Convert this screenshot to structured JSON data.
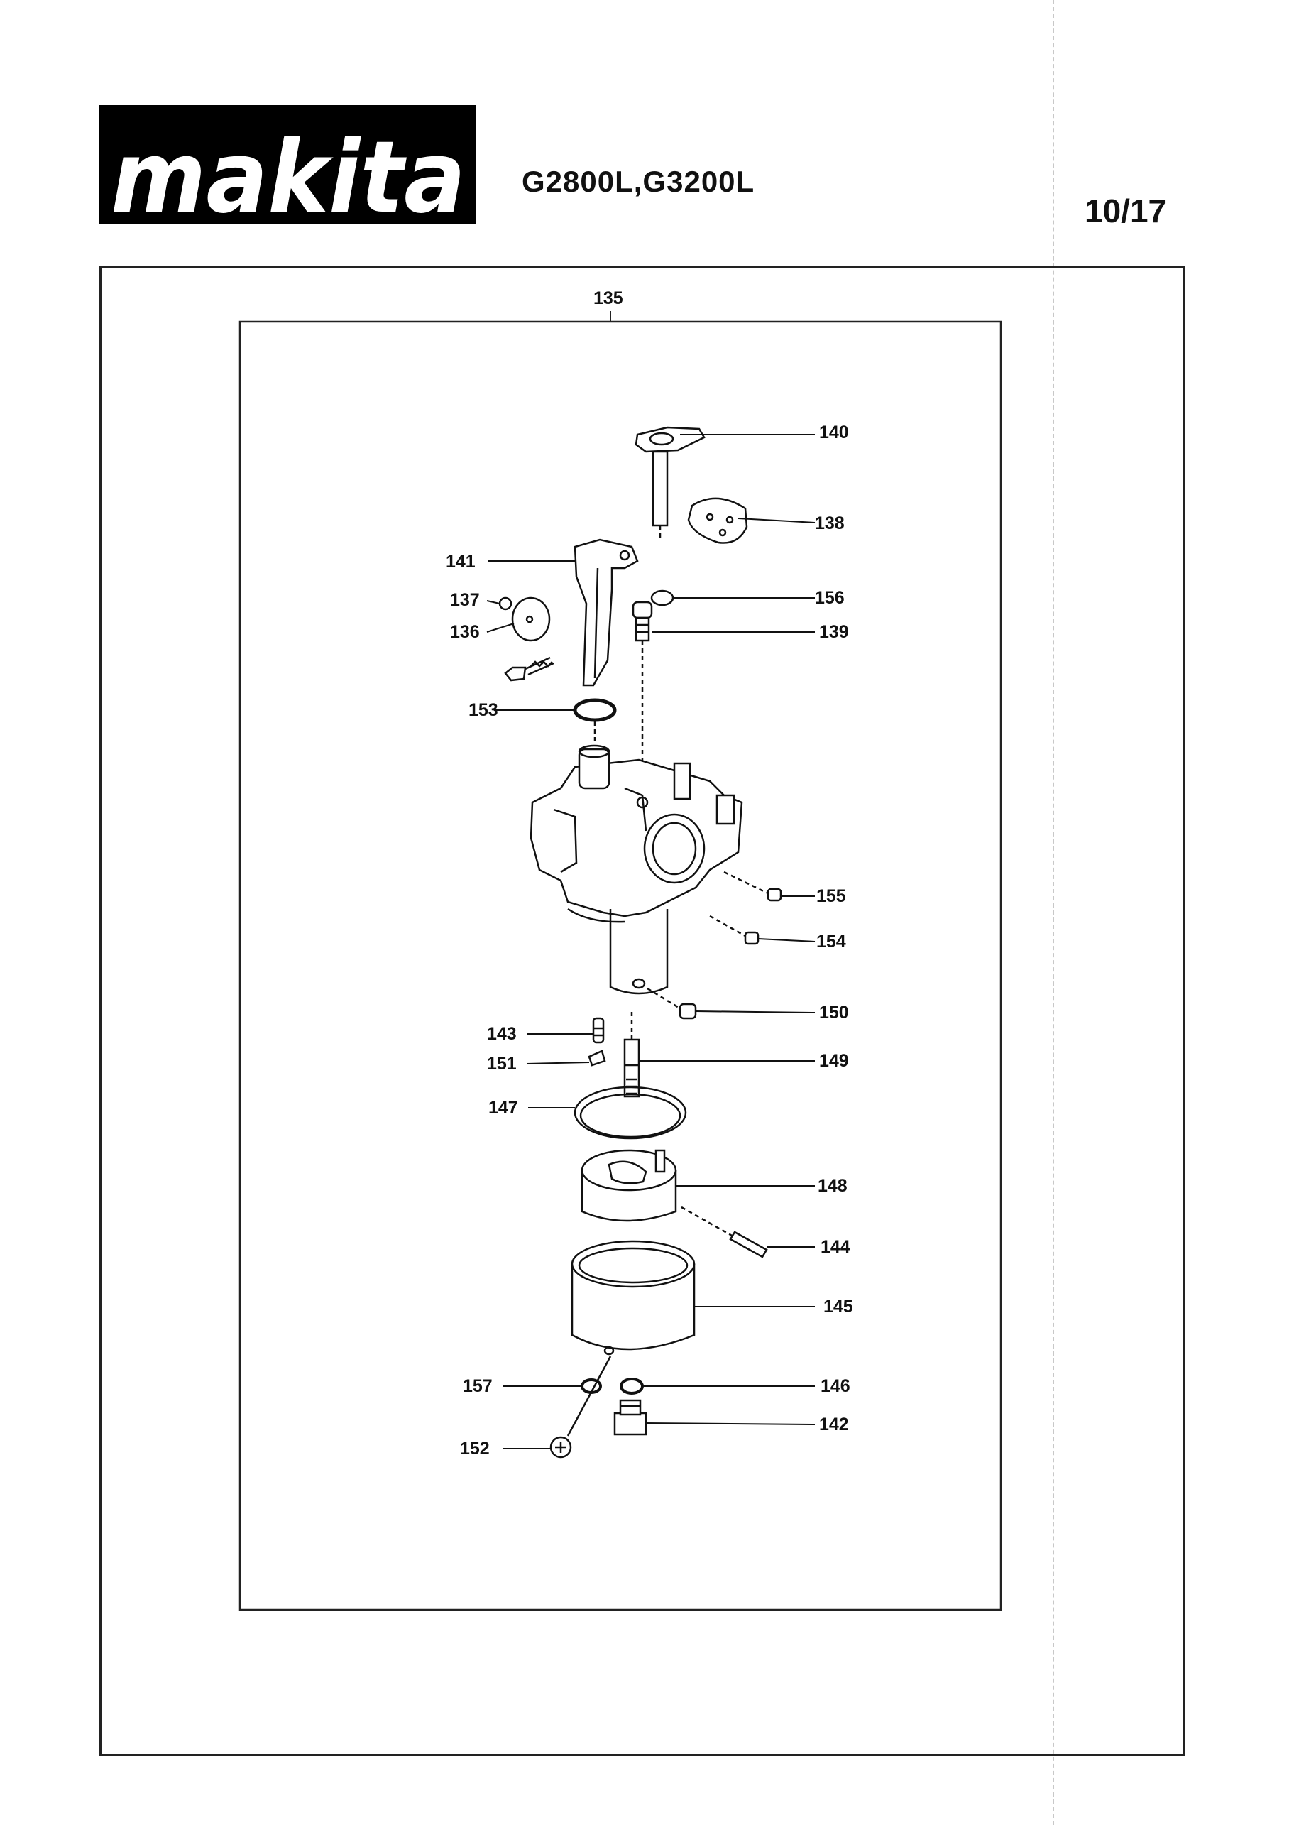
{
  "header": {
    "brand": "makita",
    "model": "G2800L,G3200L",
    "page": "10/17"
  },
  "diagram": {
    "assembly_label": "135",
    "parts": [
      "140",
      "138",
      "141",
      "156",
      "137",
      "136",
      "139",
      "153",
      "155",
      "154",
      "150",
      "143",
      "151",
      "149",
      "147",
      "148",
      "144",
      "145",
      "157",
      "146",
      "142",
      "152"
    ]
  }
}
